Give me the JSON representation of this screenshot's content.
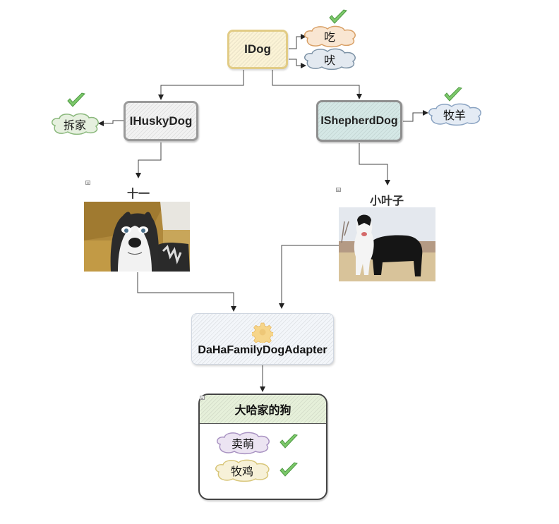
{
  "diagram": {
    "root": {
      "label": "IDog",
      "abilities": [
        "吃",
        "吠"
      ],
      "check_on": "吃"
    },
    "husky_interface": {
      "label": "IHuskyDog",
      "ability": "拆家"
    },
    "shepherd_interface": {
      "label": "IShepherdDog",
      "ability": "牧羊"
    },
    "husky_instance": {
      "name": "十一",
      "photo": "husky-photo"
    },
    "shepherd_instance": {
      "name": "小叶子",
      "photo": "border-collie-photo"
    },
    "adapter": {
      "label": "DaHaFamilyDogAdapter",
      "icon": "gear-icon"
    },
    "result": {
      "title": "大哈家的狗",
      "abilities": [
        "卖萌",
        "牧鸡"
      ]
    },
    "colors": {
      "idog_fill": "#fbf3d6",
      "idog_border": "#e2cc86",
      "husky_fill": "#f2f2f2",
      "shepherd_fill": "#d5e8e6",
      "check": "#6fbf5a",
      "connector": "#333333"
    }
  }
}
